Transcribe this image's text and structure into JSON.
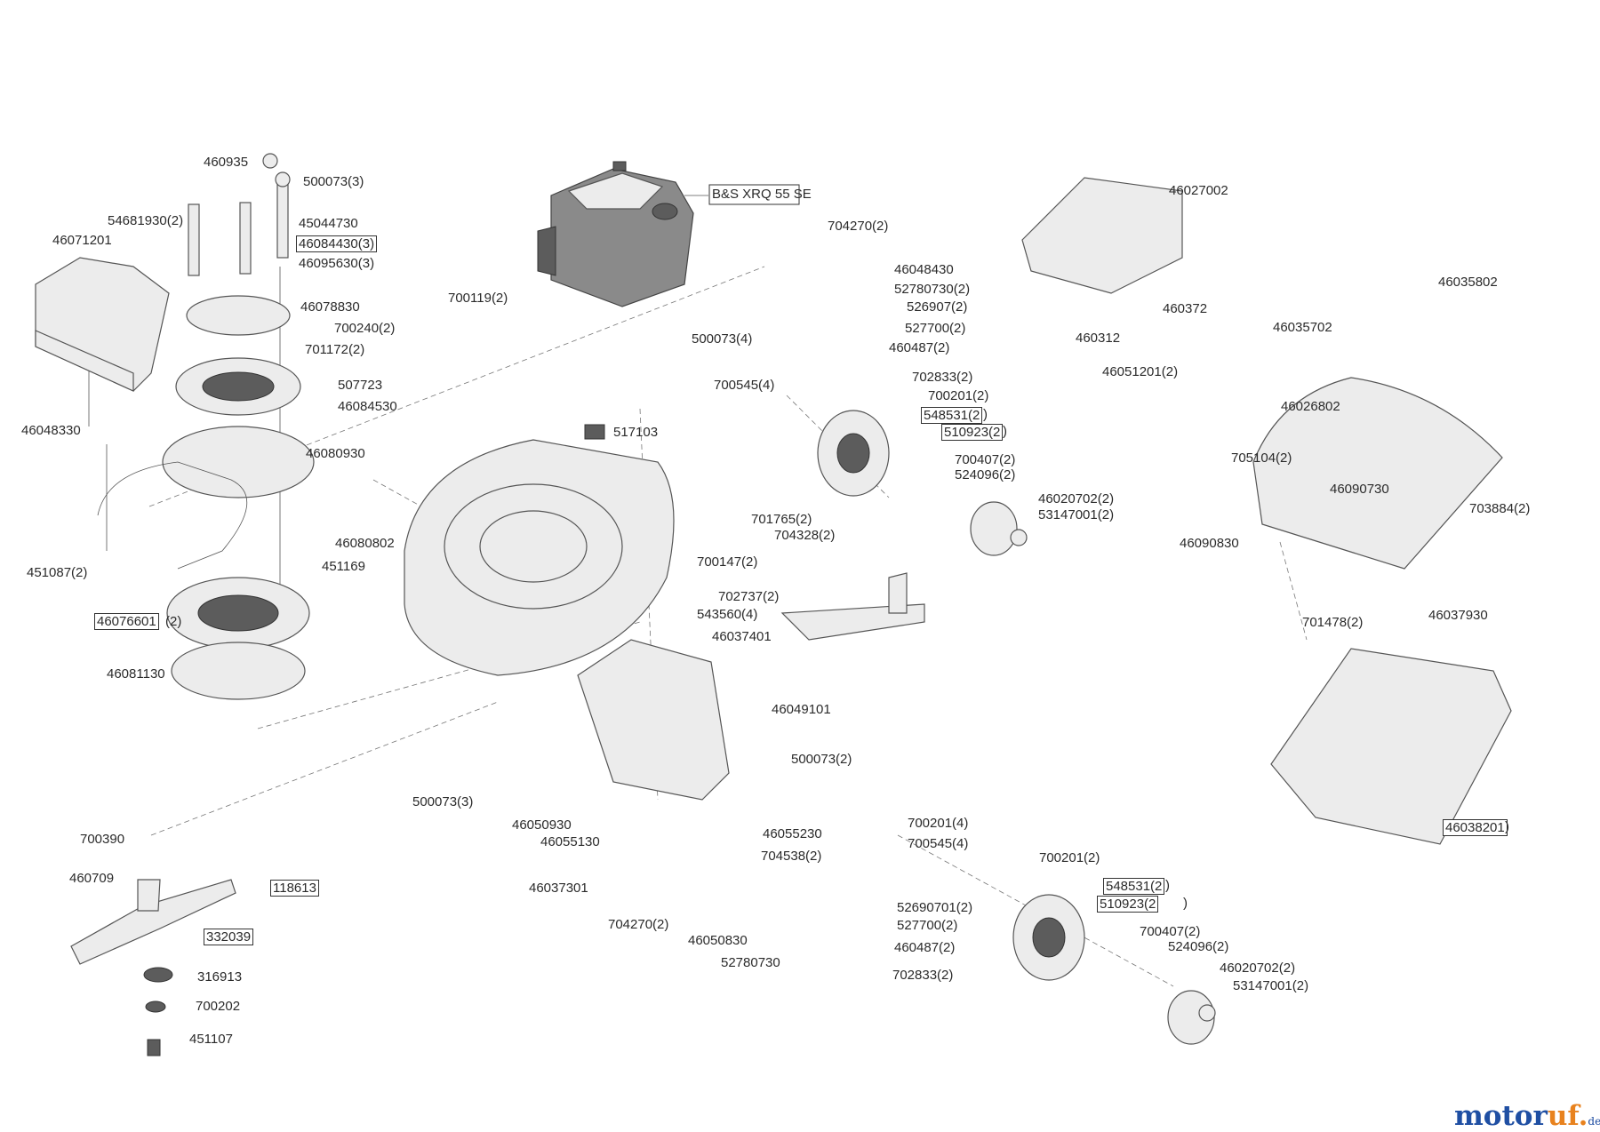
{
  "colors": {
    "wm_blue": "#1f4fa3",
    "wm_orange": "#e8821e"
  },
  "watermark": {
    "a": "motor",
    "b": "uf",
    "dot": ".",
    "tld": "de"
  },
  "labels": {
    "l460935": "460935",
    "l500073_3a": "500073(3)",
    "l54681930": "54681930(2)",
    "l45044730": "45044730",
    "l46071201": "46071201",
    "l46084430": "46084430(3)",
    "l46095630": "46095630(3)",
    "l46078830": "46078830",
    "l700119": "700119(2)",
    "l700240": "700240(2)",
    "l701172": "701172(2)",
    "l507723": "507723",
    "l46084530": "46084530",
    "l46048330": "46048330",
    "l46080930": "46080930",
    "l451087": "451087(2)",
    "l46076601": "46076601",
    "l46076601q": "(2)",
    "l46081130": "46081130",
    "l700390": "700390",
    "l460709": "460709",
    "l118613": "118613",
    "l332039": "332039",
    "l316913": "316913",
    "l700202": "700202",
    "l451107": "451107",
    "lengine": "B&S XRQ 55 SE",
    "l704270a": "704270(2)",
    "l46048430": "46048430",
    "l52780730": "52780730(2)",
    "l526907": "526907(2)",
    "l500073_4": "500073(4)",
    "l527700a": "527700(2)",
    "l460487a": "460487(2)",
    "l702833a": "702833(2)",
    "l700545a": "700545(4)",
    "l700201a": "700201(2)",
    "l548531a": "548531(2",
    "l548531aq": ")",
    "l510923a": "510923(2",
    "l510923aq": ")",
    "l517103": "517103",
    "l700407a": "700407(2)",
    "l524096a": "524096(2)",
    "l46020702a": "46020702(2)",
    "l53147001a": "53147001(2)",
    "l701765": "701765(2)",
    "l704328": "704328(2)",
    "l46080802": "46080802",
    "l451169": "451169",
    "l700147": "700147(2)",
    "l702737": "702737(2)",
    "l543560": "543560(4)",
    "l46037401": "46037401",
    "l46049101": "46049101",
    "l500073_2": "500073(2)",
    "l500073_3b": "500073(3)",
    "l46050930": "46050930",
    "l46055130": "46055130",
    "l46055230": "46055230",
    "l704538": "704538(2)",
    "l46037301": "46037301",
    "l704270b": "704270(2)",
    "l46050830": "46050830",
    "l52780730b": "52780730",
    "l700201b": "700201(4)",
    "l700545b": "700545(4)",
    "l700201c": "700201(2)",
    "l548531b": "548531(2",
    "l548531bq": ")",
    "l510923b": "510923(2",
    "l510923bq": ")",
    "l52690701": "52690701(2)",
    "l527700b": "527700(2)",
    "l460487b": "460487(2)",
    "l702833b": "702833(2)",
    "l700407b": "700407(2)",
    "l524096b": "524096(2)",
    "l46020702b": "46020702(2)",
    "l53147001b": "53147001(2)",
    "l46027002": "46027002",
    "l460372": "460372",
    "l460312": "460312",
    "l46051201": "46051201(2)",
    "l46035802": "46035802",
    "l46035702": "46035702",
    "l46026802": "46026802",
    "l705104": "705104(2)",
    "l46090730": "46090730",
    "l703884": "703884(2)",
    "l46090830": "46090830",
    "l701478": "701478(2)",
    "l46037930": "46037930",
    "l46038201": "46038201",
    "l46038201q": ")"
  }
}
